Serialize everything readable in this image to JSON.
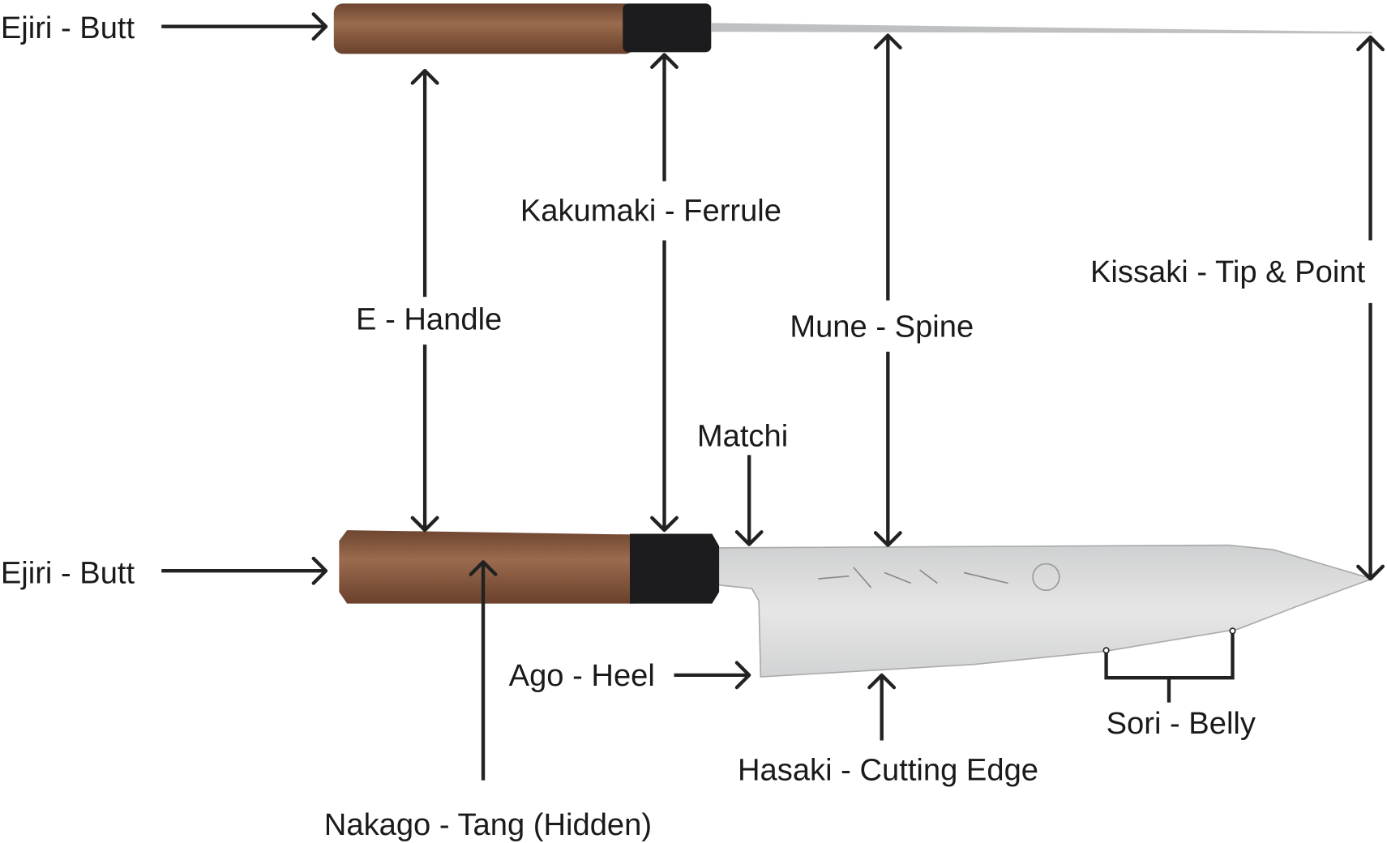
{
  "labels": {
    "ejiri_top": "Ejiri - Butt",
    "e_handle": "E - Handle",
    "kakumaki": "Kakumaki - Ferrule",
    "mune": "Mune - Spine",
    "kissaki": "Kissaki - Tip & Point",
    "matchi": "Matchi",
    "ejiri_bottom": "Ejiri - Butt",
    "ago": "Ago - Heel",
    "hasaki": "Hasaki - Cutting Edge",
    "sori": "Sori - Belly",
    "nakago": "Nakago - Tang (Hidden)"
  },
  "colors": {
    "handle_wood": "#8a5a3e",
    "ferrule": "#1c1c1e",
    "blade": "#d9dadb",
    "line": "#222222"
  }
}
